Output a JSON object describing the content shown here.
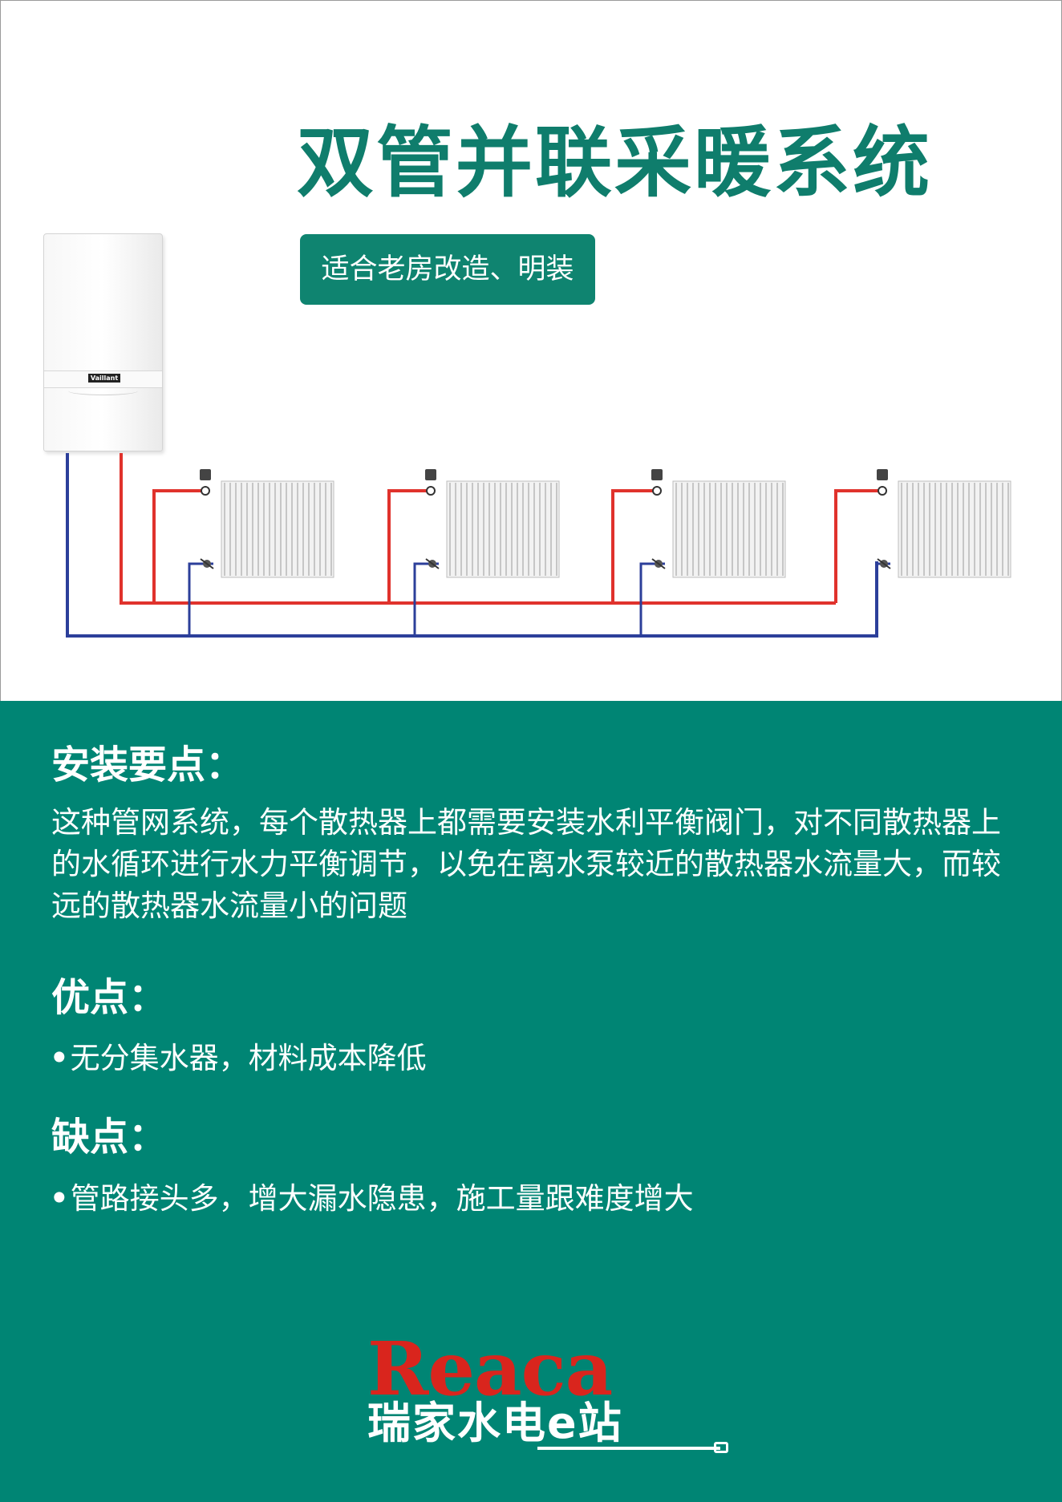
{
  "header": {
    "title": "双管并联采暖系统",
    "badge": "适合老房改造、明装"
  },
  "boiler": {
    "brand": "Vaillant"
  },
  "diagram": {
    "radiator_count": 4,
    "supply_color": "#e0322c",
    "return_color": "#2c3f9a"
  },
  "installation": {
    "heading": "安装要点：",
    "text": "这种管网系统，每个散热器上都需要安装水利平衡阀门，对不同散热器上的水循环进行水力平衡调节，以免在离水泵较近的散热器水流量大，而较远的散热器水流量小的问题"
  },
  "advantages": {
    "heading": "优点：",
    "items": [
      "无分集水器，材料成本降低"
    ]
  },
  "disadvantages": {
    "heading": "缺点：",
    "items": [
      "管路接头多，增大漏水隐患，施工量跟难度增大"
    ]
  },
  "logo": {
    "en": "Reaca",
    "cn": "瑞家水电e站"
  },
  "colors": {
    "brand_green": "#008574",
    "title_green": "#0f7d6c",
    "logo_red": "#d9251d"
  }
}
